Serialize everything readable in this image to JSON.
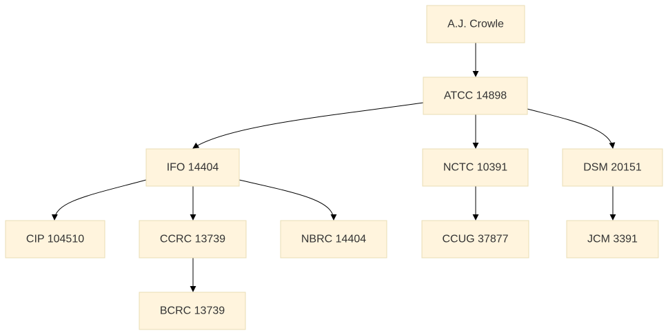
{
  "nodes": [
    {
      "id": "crowle",
      "label": "A.J. Crowle"
    },
    {
      "id": "atcc",
      "label": "ATCC 14898"
    },
    {
      "id": "ifo",
      "label": "IFO 14404"
    },
    {
      "id": "nctc",
      "label": "NCTC 10391"
    },
    {
      "id": "dsm",
      "label": "DSM 20151"
    },
    {
      "id": "cip",
      "label": "CIP 104510"
    },
    {
      "id": "ccrc",
      "label": "CCRC 13739"
    },
    {
      "id": "nbrc",
      "label": "NBRC 14404"
    },
    {
      "id": "ccug",
      "label": "CCUG 37877"
    },
    {
      "id": "jcm",
      "label": "JCM 3391"
    },
    {
      "id": "bcrc",
      "label": "BCRC 13739"
    }
  ],
  "edges": [
    {
      "from": "crowle",
      "to": "atcc"
    },
    {
      "from": "atcc",
      "to": "ifo"
    },
    {
      "from": "atcc",
      "to": "nctc"
    },
    {
      "from": "atcc",
      "to": "dsm"
    },
    {
      "from": "ifo",
      "to": "cip"
    },
    {
      "from": "ifo",
      "to": "ccrc"
    },
    {
      "from": "ifo",
      "to": "nbrc"
    },
    {
      "from": "nctc",
      "to": "ccug"
    },
    {
      "from": "dsm",
      "to": "jcm"
    },
    {
      "from": "ccrc",
      "to": "bcrc"
    }
  ]
}
